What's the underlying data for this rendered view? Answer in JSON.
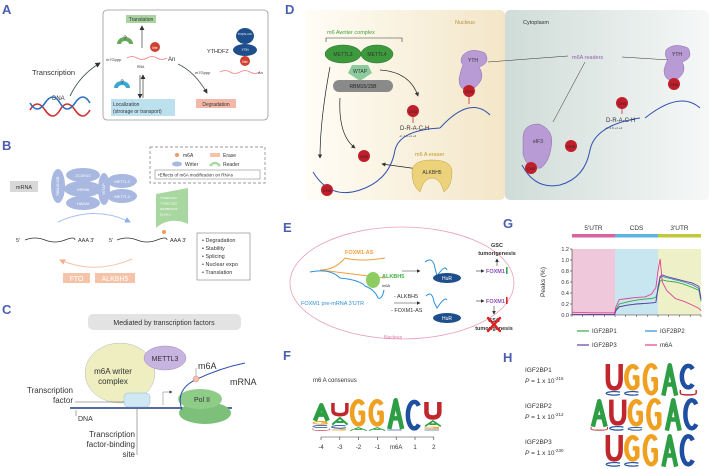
{
  "panels": {
    "A": {
      "label": "A",
      "transcription": "Transcription",
      "dna": "DNA",
      "translation": "Translation",
      "unknown_reader": "?",
      "me": "Me",
      "cap": "m7Gppp",
      "polya": "An",
      "rna": "RNA",
      "localization_1": "Localization",
      "localization_2": "(strorage or transport)",
      "degradation": "Degradation",
      "ythdfz": "YTHDFZ",
      "pqn_rich": "P/Q/N-rich",
      "yth": "YTH"
    },
    "B": {
      "label": "B",
      "legend": {
        "m6a": "m6A",
        "erase": "Erase",
        "writer": "Writer",
        "reader": "Reader",
        "caption": "•Effects of m6A modification on RNAs"
      },
      "mrna": "mRNA",
      "writers": [
        "ZC3H13",
        "VIRMA",
        "HAKAI",
        "RBM15/15B",
        "WTAP",
        "METTL3",
        "METTL4"
      ],
      "readers": [
        "YTHDF1/2/3",
        "YTHDC1/2/3",
        "IGF2BP1/2/3",
        "ELAVL1"
      ],
      "five_prime": "5'",
      "aaa": "AAA 3'",
      "effects": [
        "Degradation",
        "Stability",
        "Splicing",
        "Nuclear expo",
        "Translation"
      ],
      "erasers": [
        "FTO",
        "ALKBH5"
      ]
    },
    "C": {
      "label": "C",
      "header": "Mediated by transcription factors",
      "writer_complex_1": "m6A writer",
      "writer_complex_2": "complex",
      "mettl3": "METTL3",
      "m6a": "m6A",
      "mrna": "mRNA",
      "tf_1": "Transcription",
      "tf_2": "factor",
      "dna": "DNA",
      "pol2": "Pol II",
      "tfbs_1": "Transcription",
      "tfbs_2": "factor-binding",
      "tfbs_3": "site"
    },
    "D": {
      "label": "D",
      "nucleus": "Nucleus",
      "cytoplasm": "Cytoplasm",
      "writer_complex": "m6 Awriter complex",
      "mettl3": "METTL3",
      "mettl4": "METTL4",
      "wtap": "WTAP",
      "rbm": "RBM15/15B",
      "yth": "YTH",
      "ch3": "CH3",
      "readers": "m6A readers",
      "drach": "D-R-A-C-H",
      "drach_pos": "-2  -1   0   +1  +2",
      "eraser": "m6 A eraser",
      "alkbh5": "ALKBH5",
      "eif3": "eIF3"
    },
    "E": {
      "label": "E",
      "foxm1_as": "FOXM1-AS",
      "alkbh5": "ALKBH5",
      "m6a": "m6A",
      "pre_mrna": "FOXM1 pre-mRNA 3'UTR",
      "minus_alkbh5": "- ALKBH5",
      "minus_foxm1_as": "- FOXM1-AS",
      "hur": "HuR",
      "gsc_1": "GSC",
      "gsc_2": "tumorigenesis",
      "foxm1": "FOXM1",
      "nucleus": "Nucleus",
      "colors": {
        "up": "#2fa84f",
        "down": "#e02020",
        "cross": "#e02020"
      }
    },
    "F": {
      "label": "F",
      "title": "m6 A consensus",
      "ticks": [
        "-4",
        "-3",
        "-2",
        "-1",
        "m6A",
        "1",
        "2"
      ],
      "logo": [
        [
          {
            "l": "A",
            "h": 0.55
          },
          {
            "l": "G",
            "h": 0.12
          },
          {
            "l": "C",
            "h": 0.1
          },
          {
            "l": "U",
            "h": 0.08
          }
        ],
        [
          {
            "l": "U",
            "h": 0.42
          },
          {
            "l": "A",
            "h": 0.25
          },
          {
            "l": "C",
            "h": 0.12
          },
          {
            "l": "G",
            "h": 0.06
          }
        ],
        [
          {
            "l": "G",
            "h": 0.85
          },
          {
            "l": "A",
            "h": 0.12
          }
        ],
        [
          {
            "l": "G",
            "h": 0.85
          },
          {
            "l": "A",
            "h": 0.12
          }
        ],
        [
          {
            "l": "A",
            "h": 0.95
          },
          {
            "l": "C",
            "h": 0.05
          }
        ],
        [
          {
            "l": "C",
            "h": 0.95
          }
        ],
        [
          {
            "l": "U",
            "h": 0.55
          },
          {
            "l": "A",
            "h": 0.2
          },
          {
            "l": "G",
            "h": 0.08
          },
          {
            "l": "C",
            "h": 0.05
          }
        ]
      ]
    },
    "G": {
      "label": "G"
    },
    "H": {
      "label": "H",
      "motifs": [
        {
          "name": "IGF2BP1",
          "p_prefix": "P = 1 x 10",
          "p_exp": "-216",
          "logo": [
            [
              {
                "l": "U",
                "h": 0.82
              },
              {
                "l": "C",
                "h": 0.15
              }
            ],
            [
              {
                "l": "G",
                "h": 0.82
              },
              {
                "l": "C",
                "h": 0.15
              }
            ],
            [
              {
                "l": "G",
                "h": 1
              }
            ],
            [
              {
                "l": "A",
                "h": 1
              }
            ],
            [
              {
                "l": "C",
                "h": 0.8
              },
              {
                "l": "U",
                "h": 0.18
              }
            ]
          ]
        },
        {
          "name": "IGF2BP2",
          "p_prefix": "P = 1 x 10",
          "p_exp": "-212",
          "logo": [
            [
              {
                "l": "A",
                "h": 0.85
              },
              {
                "l": "U",
                "h": 0.12
              }
            ],
            [
              {
                "l": "U",
                "h": 0.8
              },
              {
                "l": "C",
                "h": 0.15
              }
            ],
            [
              {
                "l": "G",
                "h": 0.85
              },
              {
                "l": "C",
                "h": 0.12
              }
            ],
            [
              {
                "l": "G",
                "h": 1
              }
            ],
            [
              {
                "l": "A",
                "h": 1
              }
            ],
            [
              {
                "l": "C",
                "h": 1
              }
            ]
          ]
        },
        {
          "name": "IGF2BP3",
          "p_prefix": "P = 1 x 10",
          "p_exp": "-230",
          "logo": [
            [
              {
                "l": "U",
                "h": 0.82
              },
              {
                "l": "C",
                "h": 0.15
              }
            ],
            [
              {
                "l": "G",
                "h": 0.82
              },
              {
                "l": "C",
                "h": 0.15
              }
            ],
            [
              {
                "l": "G",
                "h": 1
              }
            ],
            [
              {
                "l": "A",
                "h": 1
              }
            ],
            [
              {
                "l": "C",
                "h": 1
              }
            ]
          ]
        }
      ]
    }
  },
  "logo_colors": {
    "A": "#2e9e44",
    "C": "#1f4fa0",
    "G": "#f0a020",
    "U": "#c0262e"
  },
  "chart_data": {
    "type": "line",
    "ylabel": "Peaks (%)",
    "ylim": [
      0,
      1.2
    ],
    "yticks": [
      "0.0",
      "0.2",
      "0.4",
      "0.6",
      "0.8",
      "1.0",
      "1.2"
    ],
    "regions": [
      {
        "name": "5'UTR",
        "color": "#d9639f",
        "fill": "#f0c8dc"
      },
      {
        "name": "CDS",
        "color": "#5bb6dd",
        "fill": "#c8e6f0"
      },
      {
        "name": "3'UTR",
        "color": "#c3c93a",
        "fill": "#eef0c8"
      }
    ],
    "x": [
      0,
      0.5,
      0.99,
      1.02,
      1.1,
      1.3,
      1.5,
      1.7,
      1.85,
      1.95,
      2.0,
      2.05,
      2.1,
      2.2,
      2.4,
      2.6,
      2.8,
      2.95,
      3.0
    ],
    "series": [
      {
        "name": "IGF2BP1",
        "color": "#35a845",
        "values": [
          0.01,
          0.01,
          0.01,
          0.1,
          0.2,
          0.24,
          0.27,
          0.29,
          0.3,
          0.32,
          0.45,
          0.62,
          0.64,
          0.62,
          0.6,
          0.56,
          0.5,
          0.45,
          0.25
        ]
      },
      {
        "name": "IGF2BP2",
        "color": "#2d8fd8",
        "values": [
          0.01,
          0.01,
          0.01,
          0.08,
          0.15,
          0.18,
          0.2,
          0.21,
          0.22,
          0.23,
          0.5,
          0.68,
          0.7,
          0.68,
          0.64,
          0.6,
          0.55,
          0.48,
          0.28
        ]
      },
      {
        "name": "IGF2BP3",
        "color": "#6a3d9a",
        "values": [
          0.01,
          0.01,
          0.01,
          0.08,
          0.15,
          0.18,
          0.2,
          0.21,
          0.22,
          0.23,
          0.5,
          0.7,
          0.73,
          0.7,
          0.66,
          0.62,
          0.58,
          0.52,
          0.3
        ]
      },
      {
        "name": "m6A",
        "color": "#e0409a",
        "values": [
          0.05,
          0.04,
          0.04,
          0.15,
          0.28,
          0.3,
          0.32,
          0.33,
          0.38,
          0.5,
          0.8,
          1.02,
          0.6,
          0.45,
          0.3,
          0.25,
          0.18,
          0.12,
          0.08
        ]
      }
    ],
    "legend": [
      "IGF2BP1",
      "IGF2BP2",
      "IGF2BP3",
      "m6A"
    ],
    "legend_position": "bottom",
    "grid": false
  }
}
